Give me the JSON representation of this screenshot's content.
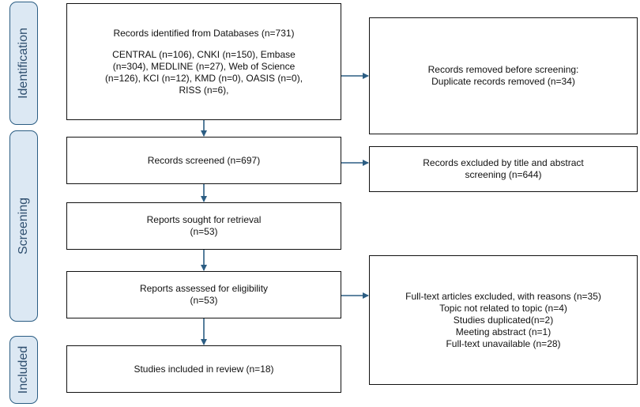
{
  "stages": {
    "identification": "Identification",
    "screening": "Screening",
    "included": "Included"
  },
  "boxes": {
    "records_identified": {
      "title": "Records identified from Databases (n=731)",
      "lines": [
        "CENTRAL (n=106), CNKI (n=150), Embase",
        "(n=304), MEDLINE (n=27), Web of Science",
        "(n=126), KCI (n=12), KMD (n=0), OASIS (n=0),",
        "RISS (n=6),"
      ]
    },
    "records_removed": {
      "lines": [
        "Records removed before screening:",
        "Duplicate records removed (n=34)"
      ]
    },
    "records_screened": {
      "lines": [
        "Records screened (n=697)"
      ]
    },
    "records_excluded": {
      "lines": [
        "Records excluded by title and abstract",
        "screening (n=644)"
      ]
    },
    "reports_sought": {
      "lines": [
        "Reports sought for retrieval",
        "(n=53)"
      ]
    },
    "reports_assessed": {
      "lines": [
        "Reports assessed for eligibility",
        "(n=53)"
      ]
    },
    "fulltext_excluded": {
      "lines": [
        "Full-text articles excluded, with reasons (n=35)",
        "Topic not related to topic (n=4)",
        "Studies duplicated(n=2)",
        "Meeting abstract (n=1)",
        "Full-text unavailable (n=28)"
      ]
    },
    "studies_included": {
      "lines": [
        "Studies included in review (n=18)"
      ]
    }
  },
  "colors": {
    "stage_fill": "#dce8f3",
    "stage_border": "#2b5d83",
    "arrow": "#2b5d83",
    "box_border": "#111111"
  }
}
